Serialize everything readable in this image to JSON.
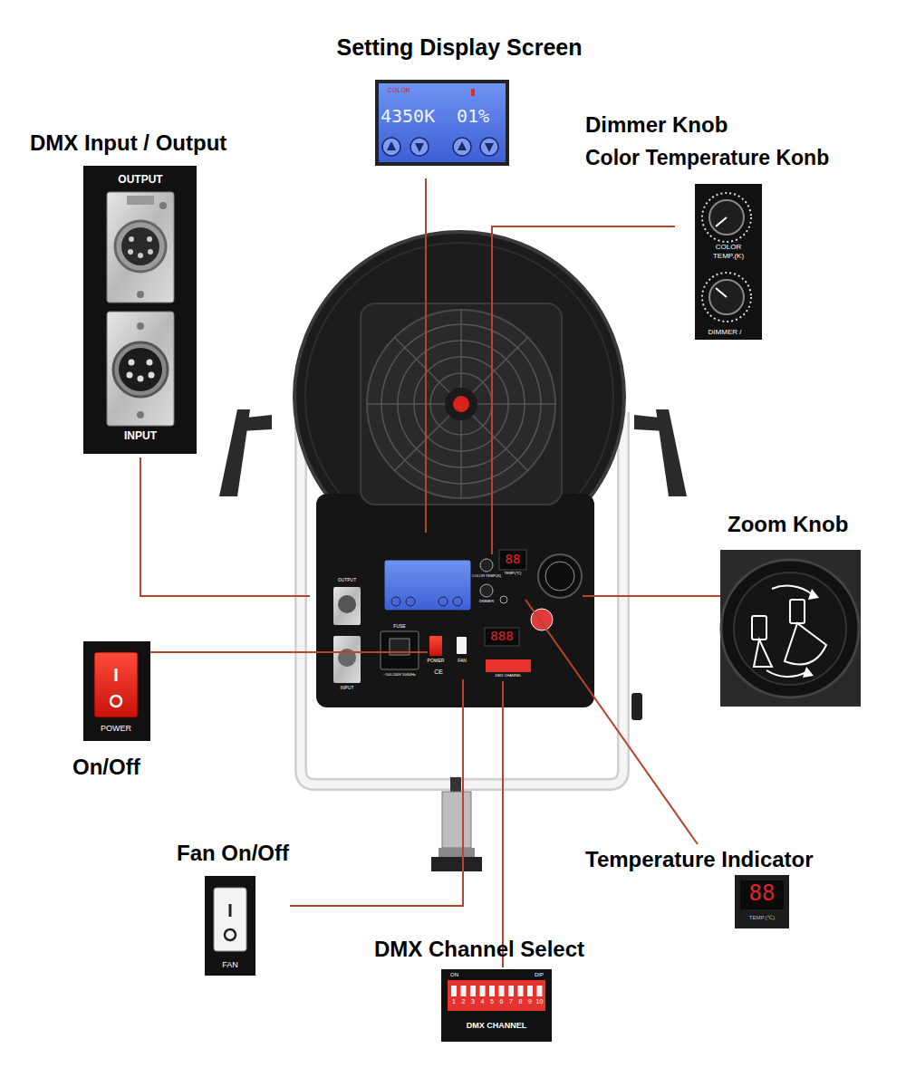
{
  "diagram": {
    "labels": [
      "Setting Display Screen",
      "DMX Input / Output",
      "Dimmer Knob",
      "Color Temperature Konb",
      "Zoom Knob",
      "On/Off",
      "Fan On/Off",
      "DMX Channel Select",
      "Temperature Indicator",
      "COLOR",
      "4350K",
      "01%",
      "OUTPUT",
      "INPUT",
      "COLOR",
      "TEMP.(K)",
      "DIMMER /",
      "POWER",
      "FAN",
      "ON",
      "DIP",
      "1",
      "2",
      "3",
      "4",
      "5",
      "6",
      "7",
      "8",
      "9",
      "10",
      "DMX CHANNEL",
      "88",
      "TEMP.(℃)",
      "OUTPUT",
      "INPUT",
      "FUSE",
      "POWER",
      "FAN",
      "COLOR TEMP.(K)",
      "DIMMER",
      "88",
      "TEMP.(℃)",
      "888",
      "DMX CHANNEL",
      "~100-240V 50/60Hz",
      "CE"
    ]
  }
}
